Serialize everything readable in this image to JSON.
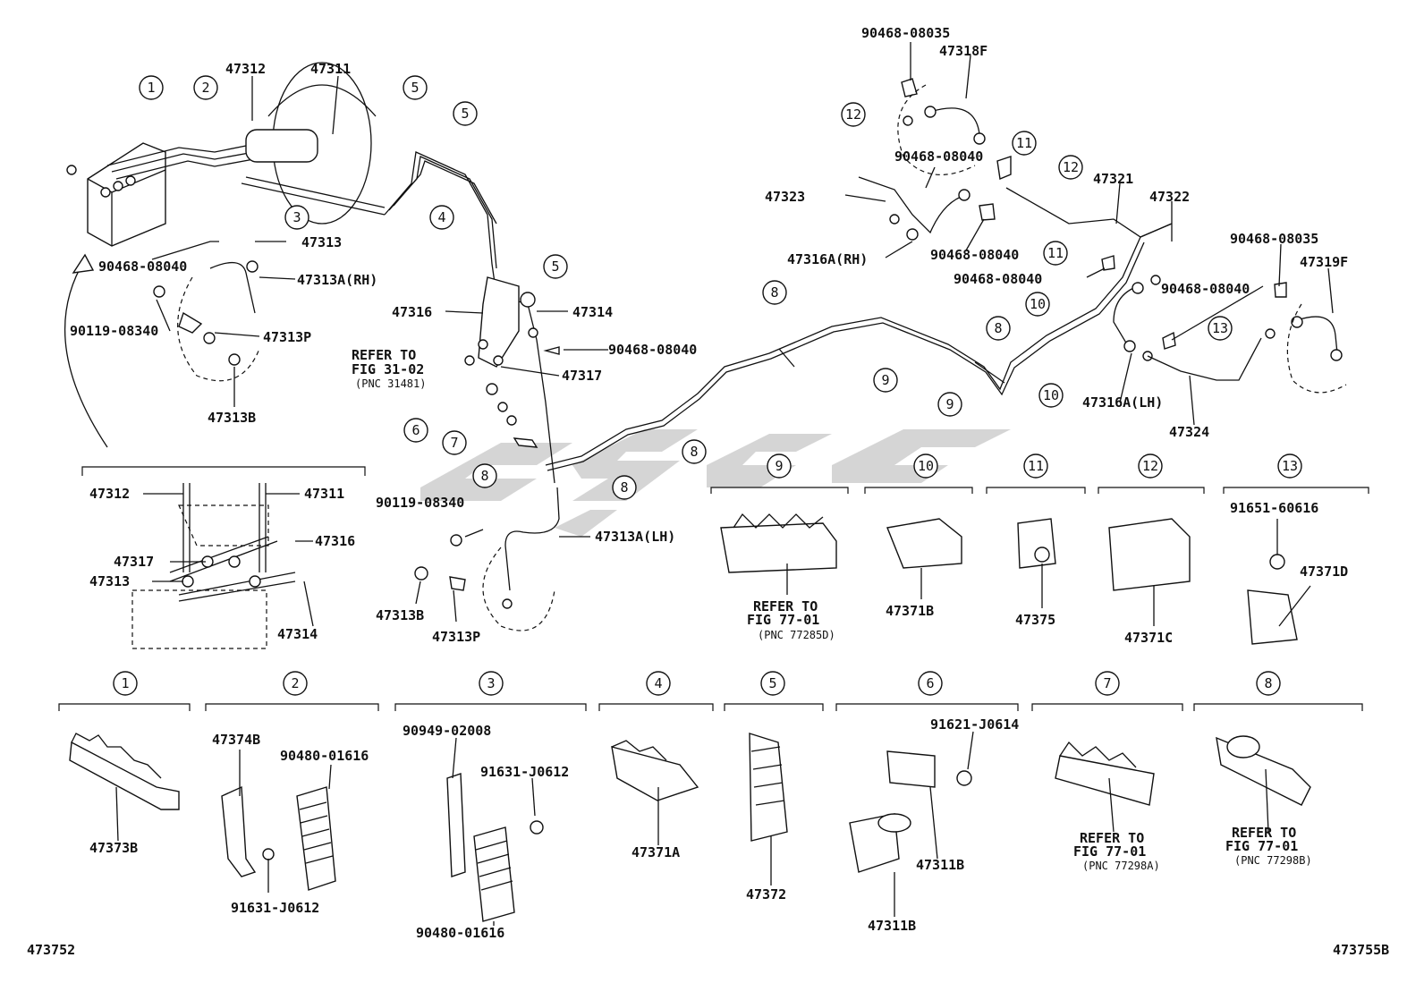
{
  "part_labels": [
    "90468-08035",
    "47318F",
    "47312",
    "47311",
    "47323",
    "90468-08040",
    "47316A(RH)",
    "90468-08040",
    "90468-08040",
    "47321",
    "47322",
    "90468-08040",
    "90468-08035",
    "47319F",
    "90468-08040",
    "47313",
    "47313A(RH)",
    "90119-08340",
    "47313P",
    "47313B",
    "47316",
    "47314",
    "90468-08040",
    "47317",
    "47316A(LH)",
    "47324",
    "90119-08340",
    "47313A(LH)",
    "47313B",
    "47313P",
    "47312",
    "47311",
    "47316",
    "47317",
    "47313",
    "47314",
    "91651-60616",
    "47371D",
    "47371B",
    "47375",
    "47371C",
    "47374B",
    "90480-01616",
    "91631-J0612",
    "90949-02008",
    "91631-J0612",
    "90480-01616",
    "47373B",
    "47371A",
    "47372",
    "91621-J0614",
    "47311B",
    "47311B"
  ],
  "notes": [
    {
      "line1": "REFER TO",
      "line2": "FIG 31-02",
      "line3": "(PNC 31481)"
    },
    {
      "line1": "REFER TO",
      "line2": "FIG 77-01",
      "line3": "(PNC 77285D)"
    },
    {
      "line1": "REFER TO",
      "line2": "FIG 77-01",
      "line3": "(PNC 77298A)"
    },
    {
      "line1": "REFER TO",
      "line2": "FIG 77-01",
      "line3": "(PNC 77298B)"
    }
  ],
  "callouts": [
    "1",
    "2",
    "3",
    "4",
    "5",
    "5",
    "5",
    "6",
    "7",
    "8",
    "8",
    "8",
    "8",
    "8",
    "9",
    "9",
    "10",
    "10",
    "11",
    "11",
    "12",
    "12",
    "13",
    "13"
  ],
  "legend_headers": [
    "1",
    "2",
    "3",
    "4",
    "5",
    "6",
    "7",
    "8",
    "9",
    "10",
    "11",
    "12",
    "13"
  ],
  "footer": {
    "left": "473752",
    "right": "473755B"
  }
}
